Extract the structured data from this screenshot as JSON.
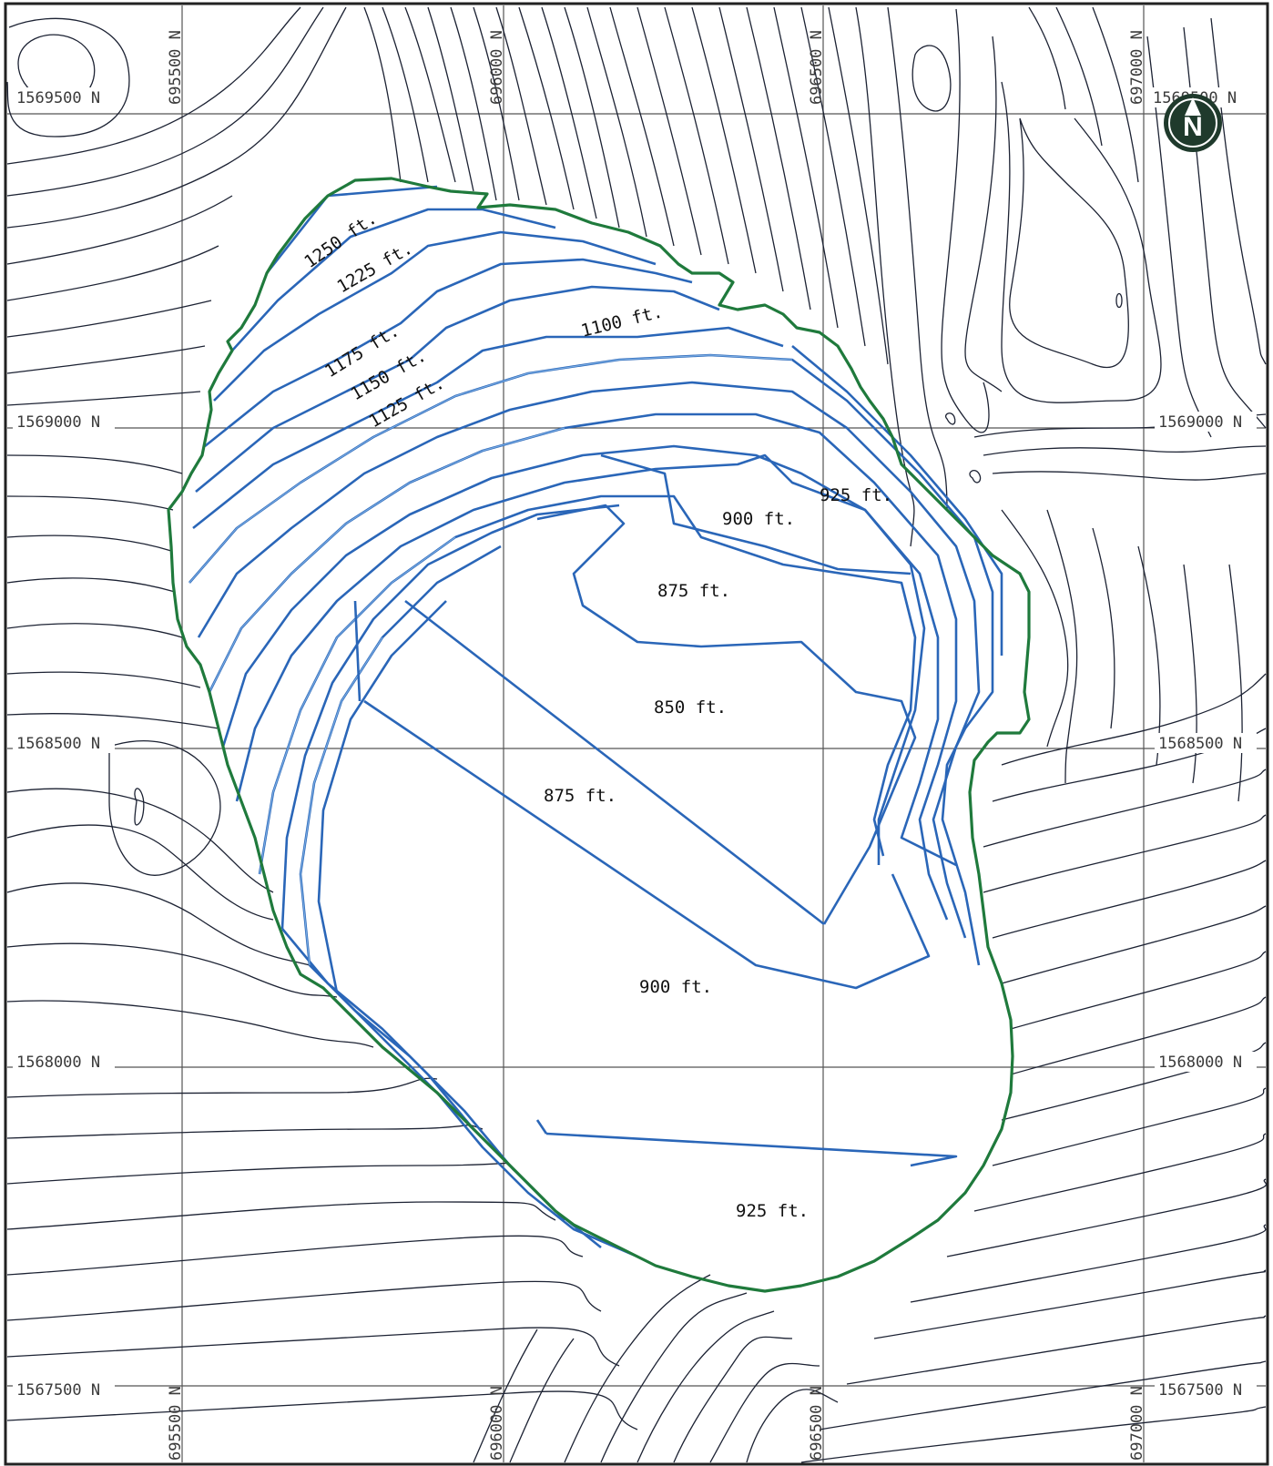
{
  "map": {
    "colors": {
      "background": "#ffffff",
      "grid": "#555555",
      "topo_contour": "#1c2233",
      "pit_bench": "#2a66b8",
      "pit_bench_inner": "#7fb1e6",
      "pit_boundary": "#1f7a3c",
      "north_badge": "#1f3a2c"
    },
    "north_arrow": {
      "letter": "N",
      "icon": "north-arrow-icon"
    },
    "grid_labels": {
      "northing": [
        {
          "id": "n1569500-left",
          "text": "1569500 N"
        },
        {
          "id": "n1569500-right",
          "text": "1569500 N"
        },
        {
          "id": "n1569000-left",
          "text": "1569000 N"
        },
        {
          "id": "n1569000-right",
          "text": "1569000 N"
        },
        {
          "id": "n1568500-left",
          "text": "1568500 N"
        },
        {
          "id": "n1568500-right",
          "text": "1568500 N"
        },
        {
          "id": "n1568000-left",
          "text": "1568000 N"
        },
        {
          "id": "n1568000-right",
          "text": "1568000 N"
        },
        {
          "id": "n1567500-left",
          "text": "1567500 N"
        },
        {
          "id": "n1567500-right",
          "text": "1567500 N"
        }
      ],
      "easting": [
        {
          "id": "e695500-top",
          "text": "695500 N"
        },
        {
          "id": "e696000-top",
          "text": "696000 N"
        },
        {
          "id": "e696500-top",
          "text": "696500 N"
        },
        {
          "id": "e697000-top",
          "text": "697000 N"
        },
        {
          "id": "e695500-bottom",
          "text": "695500 N"
        },
        {
          "id": "e696000-bottom",
          "text": "696000 N"
        },
        {
          "id": "e696500-bottom",
          "text": "696500 N"
        },
        {
          "id": "e697000-bottom",
          "text": "697000 N"
        }
      ]
    },
    "bench_labels": [
      {
        "id": "elev-1250",
        "text": "1250 ft."
      },
      {
        "id": "elev-1225",
        "text": "1225 ft."
      },
      {
        "id": "elev-1175",
        "text": "1175 ft."
      },
      {
        "id": "elev-1150",
        "text": "1150 ft."
      },
      {
        "id": "elev-1125",
        "text": "1125 ft."
      },
      {
        "id": "elev-1100",
        "text": "1100 ft."
      },
      {
        "id": "elev-925-ne",
        "text": "925 ft."
      },
      {
        "id": "elev-900-ne",
        "text": "900 ft."
      },
      {
        "id": "elev-875-ne",
        "text": "875 ft."
      },
      {
        "id": "elev-850",
        "text": "850 ft."
      },
      {
        "id": "elev-875-center",
        "text": "875 ft."
      },
      {
        "id": "elev-900-south",
        "text": "900 ft."
      },
      {
        "id": "elev-925-south",
        "text": "925 ft."
      }
    ]
  }
}
